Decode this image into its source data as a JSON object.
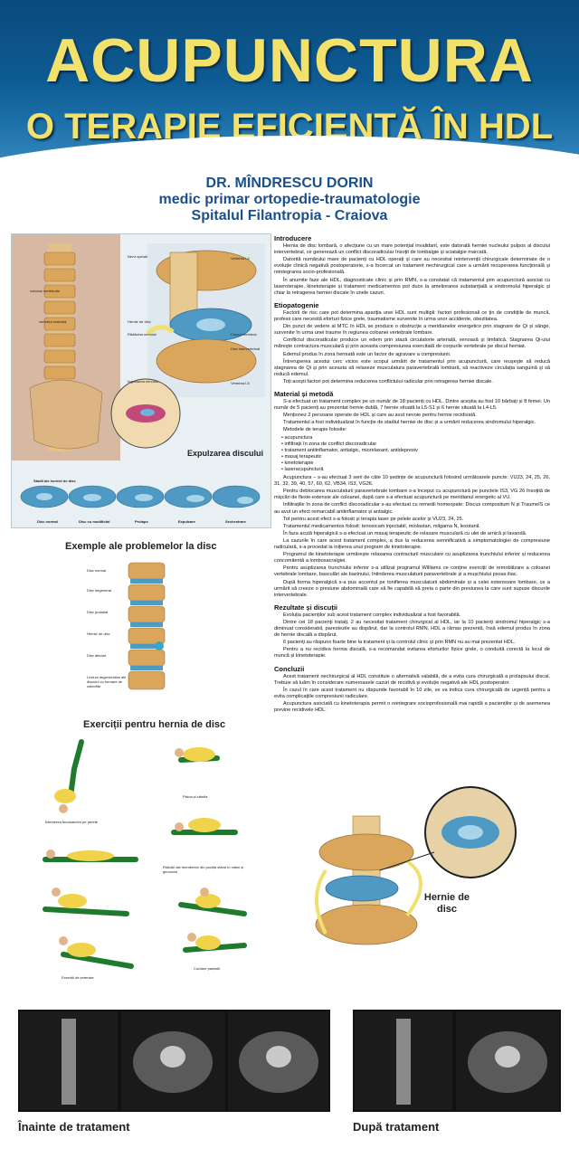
{
  "header": {
    "title": "ACUPUNCTURA",
    "subtitle": "O TERAPIE EFICIENTĂ ÎN HDL"
  },
  "author": {
    "name": "DR. MÎNDRESCU DORIN",
    "role": "medic primar ortopedie-traumatologie",
    "hospital": "Spitalul Filantropia - Craiova"
  },
  "figure_spine": {
    "labels": [
      "Nervi spinali",
      "Vertebra L4",
      "Hernie de disc",
      "Rădăcina nervului",
      "Corpul vertebral",
      "Disc intervertebral",
      "Vertebra L5",
      "Ingustarea nervului",
      "coloane vertebrale",
      "vertebra lombară"
    ],
    "expulsion_label": "Expulzarea discului",
    "stages_title": "Stadii ale herniei de disc",
    "stages": [
      "Disc normal",
      "Disc cu modificări",
      "Prolaps",
      "Expulzare",
      "Sechestrare"
    ]
  },
  "figure_problems": {
    "caption": "Exemple ale problemelor la disc",
    "labels": [
      "Disc normal",
      "Disc degenerat",
      "Disc prolabat",
      "Hernie de disc",
      "Disc afectat",
      "Leziuni degenerative ale discului cu formare de osteofite"
    ]
  },
  "figure_exercises": {
    "caption": "Exerciții pentru hernia de disc",
    "labels": [
      "Pisica și cămila",
      "Întinderea tendoanelor pe perete",
      "Ridicări ale membrelor din poziția stând în mâini și genunchi",
      "Exerciții de extensie",
      "Curbare parțială"
    ]
  },
  "figure_hernia": {
    "label": "Hernie de disc"
  },
  "mri": {
    "before": "Înainte de tratament",
    "after": "După tratament"
  },
  "article": {
    "sections": [
      {
        "heading": "Introducere",
        "paragraphs": [
          "Hernia de disc lombară, o afecțiune cu un mare potențial invalidant, este datorată herniei nucleului pulpos al discului intervertebral, ce generează un conflict discoradicular însoțit de lombalgie și sciatalgie marcată.",
          "Datorită numărului mare de pacienți cu HDL operați și care au necesitat reintervenții chirurgicale determinate de o evoluție clinică negativă postoperatorie, s-a încercat un tratament nechirurgical care a urmărit recuperarea funcțională și reintegrarea socio-profesională.",
          "În anumite faze ale HDL, diagnosticate clinic și prin RMN, s-a constatat că tratamentul prin acupunctură asociat cu laseroterapie, kinetoterapie și tratament medicamentos pot duce la ameliorarea substanțială a sindromului hiperalgic și chiar la retragerea herniei discale în unele cazuri."
        ]
      },
      {
        "heading": "Etiopatogenie",
        "paragraphs": [
          "Factorii de risc care pot determina apariția unei HDL sunt multipli: factori profesionali ce țin de condițiile de muncă, profesii care necesită eforturi fizice grele, traumatisme survenite în urma unor accidente, obezitatea.",
          "Din punct de vedere al MTC în HDL se produce o obstrucție a meridianelor energetice prin stagnare de Qi și sânge, survenite în urma unei traume în regiunea coloanei vertebrale lombare.",
          "Conflictul discoradicular produce un edem prin stază circulatorie arterială, venoasă și limfatică. Stagnarea Qi-ului mărește contractura musculară și prin aceasta compresiunea exercitată de corpurile vertebrale pe discul herniat.",
          "Edemul produs în zona herniată este un factor de agravare a compresiunii.",
          "Întreruperea acestui cerc vicios este scopul urmărit de tratamentul prin acupunctură, care reușește să reducă stagnarea de Qi și prin aceasta să relaxeze musculatura paravertebrală lombară, să reactiveze circulația sanguină și să reducă edemul.",
          "Toți acești factori pot determina reducerea conflictului radicular prin retragerea herniei discale."
        ]
      },
      {
        "heading": "Material și metodă",
        "paragraphs": [
          "S-a efectuat un tratament complex pe un număr de 18 pacienți cu HDL. Dintre aceștia au fost 10 bărbați și 8 femei. Un număr de 5 pacienți au prezentat hernie dublă, 7 hernie situată la L5-S1 și 6 hernie situată la L4-L5.",
          "Menționez 2 persoane operate de HDL și care au avut nevoie pentru hernie recidivată.",
          "Tratamentul a fost individualizat în funcție de stadiul herniei de disc și a urmărit reducerea sindromului hiperalgic.",
          "Metodele de terapie folosite:"
        ],
        "list": [
          "acupunctura",
          "infiltrații în zona de conflict discoradicular",
          "tratament antiinflamator, antialgic, miorelaxant, antidepresiv",
          "masaj terapeutic",
          "kinetoterapie",
          "laseracupunctură"
        ],
        "after_list": [
          "Acupunctura – s-au efectuat 3 serii de câte 10 ședințe de acupunctură folosind următoarele puncte: VU23, 24, 25, 26, 31, 32, 39, 40, 57, 60, 62, VB34, IS3, VG26.",
          "Pentru deblocarea musculaturii paravertebrale lombare s-a început cu acupunctură pe punctele IS3, VG 26 însoțită de mișcări de flexie-extensie ale coloanei, după care s-a efectuat acupunctură pe meridianul energetic al VU.",
          "Infiltrațiile în zona de conflict discoradicular s-au efectuat cu remedii homeopate: Discus compositum N și TraumeIS ce au avut un efect remarcabil antiinflamator și antialgic.",
          "Tot pentru acest efect s-a folosit și terapia laser pe pelele acelor și VU23, 24, 25.",
          "Tratamentul medicamentos folosit: tenoxicam injectabil, miolastan, milgama N, lexotanil.",
          "În faza acută hiperalgică s-a efectuat un masaj terapeutic de relaxare musculară cu ulei de arnică și lavandă.",
          "La cazurile în care acest tratament complex, a dus la reducerea semnificativă a simptomatologiei de compresiune radiculară, s-a procedat la inițierea unui program de kinetoterapie.",
          "Programul de kinetoterapie urmărește relaxarea contracturii musculare cu asuplizarea trunchiului inferior și reducerea concomitentă a lombosacralgiei.",
          "Pentru asuplizarea trunchiului inferior s-a utilizat programul Williams ce conține exerciții de remobilizare a coloanei vertebrale lombare, basculări ale bazinului, întinderea musculaturii paravertebrale și a mușchiului psoas iliac.",
          "După forma hiperalgică s-a pus accentul pe tonifierea musculaturii abdominale și a celei extensoare lombare, ce a urmărit să creeze o presiune abdominală care să fie capabilă să preia o parte din presiunea la care sunt supuse discurile intervertebrale."
        ]
      },
      {
        "heading": "Rezultate și discuții",
        "paragraphs": [
          "Evoluția pacienților sub acest tratament complex individualizat a fost favorabilă.",
          "Dintre cei 18 pacienți tratați, 2 au necesitat tratament chirurgical al HDL, iar la 10 pacienți sindromul hiperalgic s-a diminuat considerabil, parestezile au dispărut, dar la controlul RMN, HDL a rămas prezentă, însă edemul produs în zona de hernie discală a dispărut.",
          "6 pacienți au răspuns foarte bine la tratament și la controlul clinic și prin RMN nu au mai prezentat HDL.",
          "Pentru a nu recidiva hernia discală, s-a recomandat evitarea eforturilor fizice grele, o conduită corectă la locul de muncă și kinetoterapie."
        ]
      },
      {
        "heading": "Concluzii",
        "paragraphs": [
          "Acest tratament nechirurgical al HDL constituie o alternativă valabilă, de a evita cura chirurgicală a prolapsului discal. Trebuie să luăm în considerare numeroasele cazuri de recidivă și evoluție negativă ale HDL postoperator.",
          "În cazul în care acest tratament nu răspunde favorabil în 10 zile, se va indica cura chirurgicală de urgență pentru a evita complicațiile compresiunii radiculare.",
          "Acupunctura asociată cu kinetoterapia permit o reintegrare socioprofesională mai rapidă a pacienților și de asemenea previne recidivele HDL."
        ]
      }
    ]
  },
  "colors": {
    "header_blue": "#0d5a92",
    "title_yellow": "#f2e16a",
    "author_blue": "#1b4f8a",
    "bone": "#d9a65c",
    "disc": "#4f9ac4"
  }
}
